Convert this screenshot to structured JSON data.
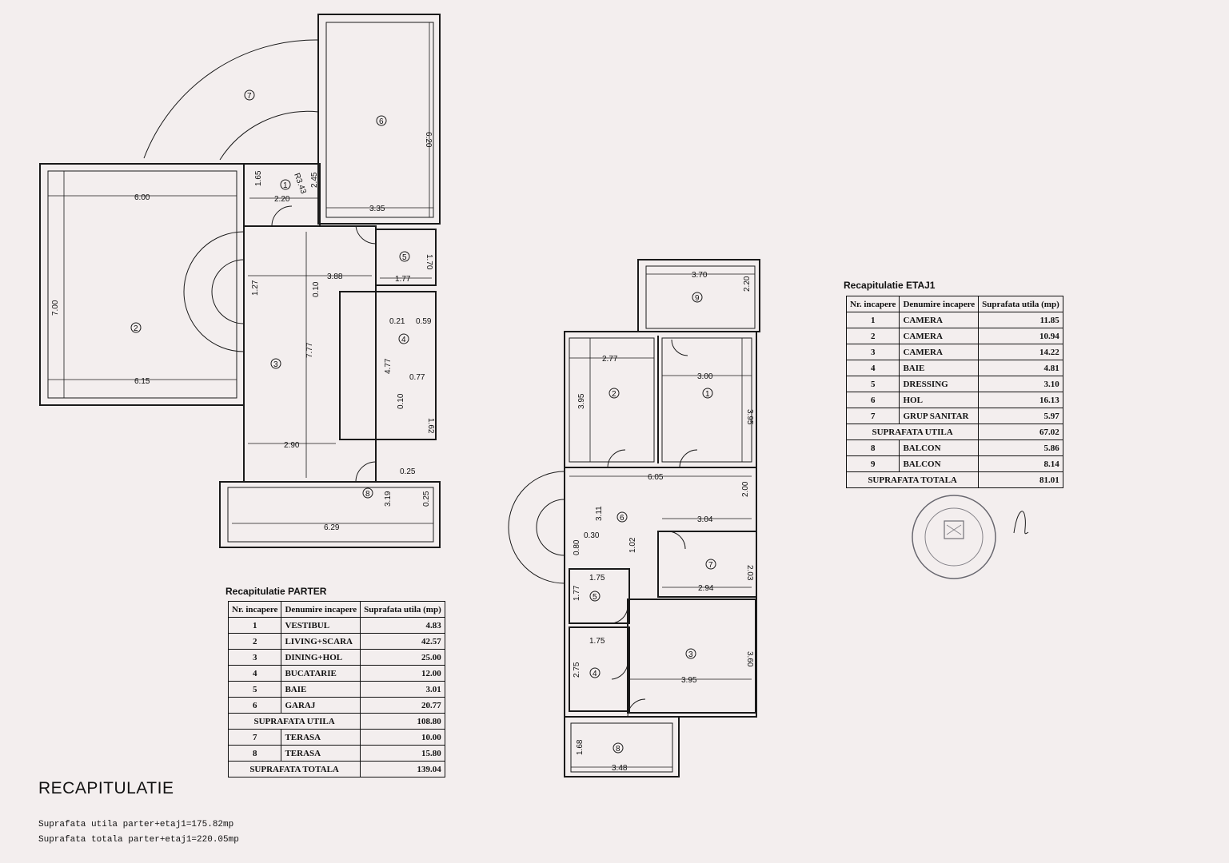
{
  "title": "RECAPITULATIE",
  "summary": {
    "utila": "Suprafata utila parter+etaj1=175.82mp",
    "totala": "Suprafata totala parter+etaj1=220.05mp"
  },
  "parter": {
    "caption": "Recapitulatie PARTER",
    "header": {
      "nr": "Nr. incapere",
      "den": "Denumire incapere",
      "sup": "Suprafata utila (mp)"
    },
    "rows": [
      {
        "nr": "1",
        "name": "VESTIBUL",
        "area": "4.83"
      },
      {
        "nr": "2",
        "name": "LIVING+SCARA",
        "area": "42.57"
      },
      {
        "nr": "3",
        "name": "DINING+HOL",
        "area": "25.00"
      },
      {
        "nr": "4",
        "name": "BUCATARIE",
        "area": "12.00"
      },
      {
        "nr": "5",
        "name": "BAIE",
        "area": "3.01"
      },
      {
        "nr": "6",
        "name": "GARAJ",
        "area": "20.77"
      }
    ],
    "utila_label": "SUPRAFATA UTILA",
    "utila_value": "108.80",
    "extra": [
      {
        "nr": "7",
        "name": "TERASA",
        "area": "10.00"
      },
      {
        "nr": "8",
        "name": "TERASA",
        "area": "15.80"
      }
    ],
    "totala_label": "SUPRAFATA TOTALA",
    "totala_value": "139.04"
  },
  "etaj1": {
    "caption": "Recapitulatie ETAJ1",
    "header": {
      "nr": "Nr. incapere",
      "den": "Denumire incapere",
      "sup": "Suprafata utila (mp)"
    },
    "rows": [
      {
        "nr": "1",
        "name": "CAMERA",
        "area": "11.85"
      },
      {
        "nr": "2",
        "name": "CAMERA",
        "area": "10.94"
      },
      {
        "nr": "3",
        "name": "CAMERA",
        "area": "14.22"
      },
      {
        "nr": "4",
        "name": "BAIE",
        "area": "4.81"
      },
      {
        "nr": "5",
        "name": "DRESSING",
        "area": "3.10"
      },
      {
        "nr": "6",
        "name": "HOL",
        "area": "16.13"
      },
      {
        "nr": "7",
        "name": "GRUP SANITAR",
        "area": "5.97"
      }
    ],
    "utila_label": "SUPRAFATA UTILA",
    "utila_value": "67.02",
    "extra": [
      {
        "nr": "8",
        "name": "BALCON",
        "area": "5.86"
      },
      {
        "nr": "9",
        "name": "BALCON",
        "area": "8.14"
      }
    ],
    "totala_label": "SUPRAFATA TOTALA",
    "totala_value": "81.01"
  },
  "plan_parter": {
    "rooms": [
      "1",
      "2",
      "3",
      "4",
      "5",
      "6",
      "7",
      "8"
    ],
    "dims": [
      "6.00",
      "7.00",
      "6.15",
      "2.20",
      "1.65",
      "2.45",
      "R3.43",
      "6.20",
      "3.35",
      "1.70",
      "1.77",
      "3.88",
      "1.27",
      "0.10",
      "7.77",
      "0.21",
      "0.59",
      "4.77",
      "0.77",
      "0.10",
      "1.62",
      "2.90",
      "0.25",
      "0.25",
      "3.19",
      "6.29"
    ]
  },
  "plan_etaj": {
    "rooms": [
      "1",
      "2",
      "3",
      "4",
      "5",
      "6",
      "7",
      "8",
      "9"
    ],
    "dims": [
      "3.70",
      "2.20",
      "2.77",
      "3.95",
      "3.00",
      "3.95",
      "6.05",
      "2.00",
      "3.11",
      "3.04",
      "0.30",
      "0.80",
      "1.02",
      "1.75",
      "1.77",
      "2.03",
      "2.94",
      "1.75",
      "2.75",
      "3.60",
      "3.95",
      "1.68",
      "3.48"
    ]
  }
}
